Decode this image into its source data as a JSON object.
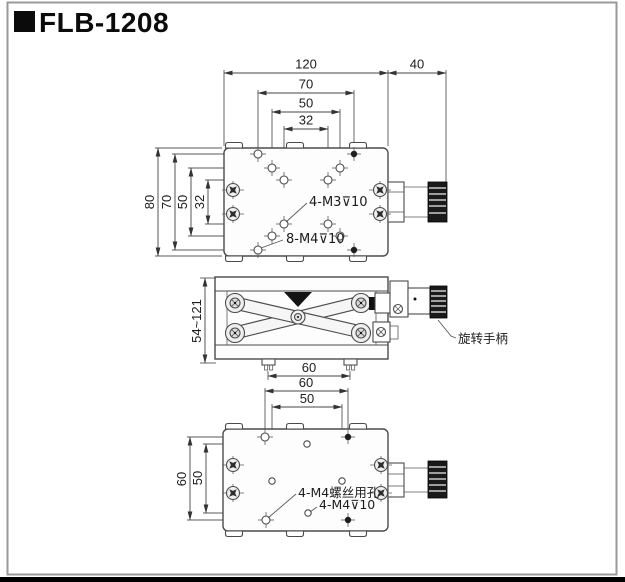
{
  "title": {
    "model": "FLB-1208"
  },
  "colors": {
    "line": "#4b4b4b",
    "text": "#1c1c1c",
    "knob": "#1a1a1a",
    "frame": "#9a9a9a"
  },
  "top_view": {
    "dim_width": "120",
    "dim_hole_span_70": "70",
    "dim_hole_span_50": "50",
    "dim_hole_span_32": "32",
    "dim_knob_length": "40",
    "dim_height": "80",
    "dim_vert_span_70": "70",
    "dim_vert_span_50": "50",
    "dim_vert_span_32": "32",
    "label_m3_holes": "4-M3⊽10",
    "label_m4_holes": "8-M4⊽10"
  },
  "side_view": {
    "dim_height_range": "54~121",
    "dim_feet_span": "60",
    "label_handle": "旋转手柄"
  },
  "bottom_view": {
    "dim_hole_span_60": "60",
    "dim_hole_span_50": "50",
    "dim_vert_span_60": "60",
    "dim_vert_span_50": "50",
    "label_clearance_holes": "4-M4螺丝用孔",
    "label_tapped_holes": "4-M4⊽10"
  }
}
